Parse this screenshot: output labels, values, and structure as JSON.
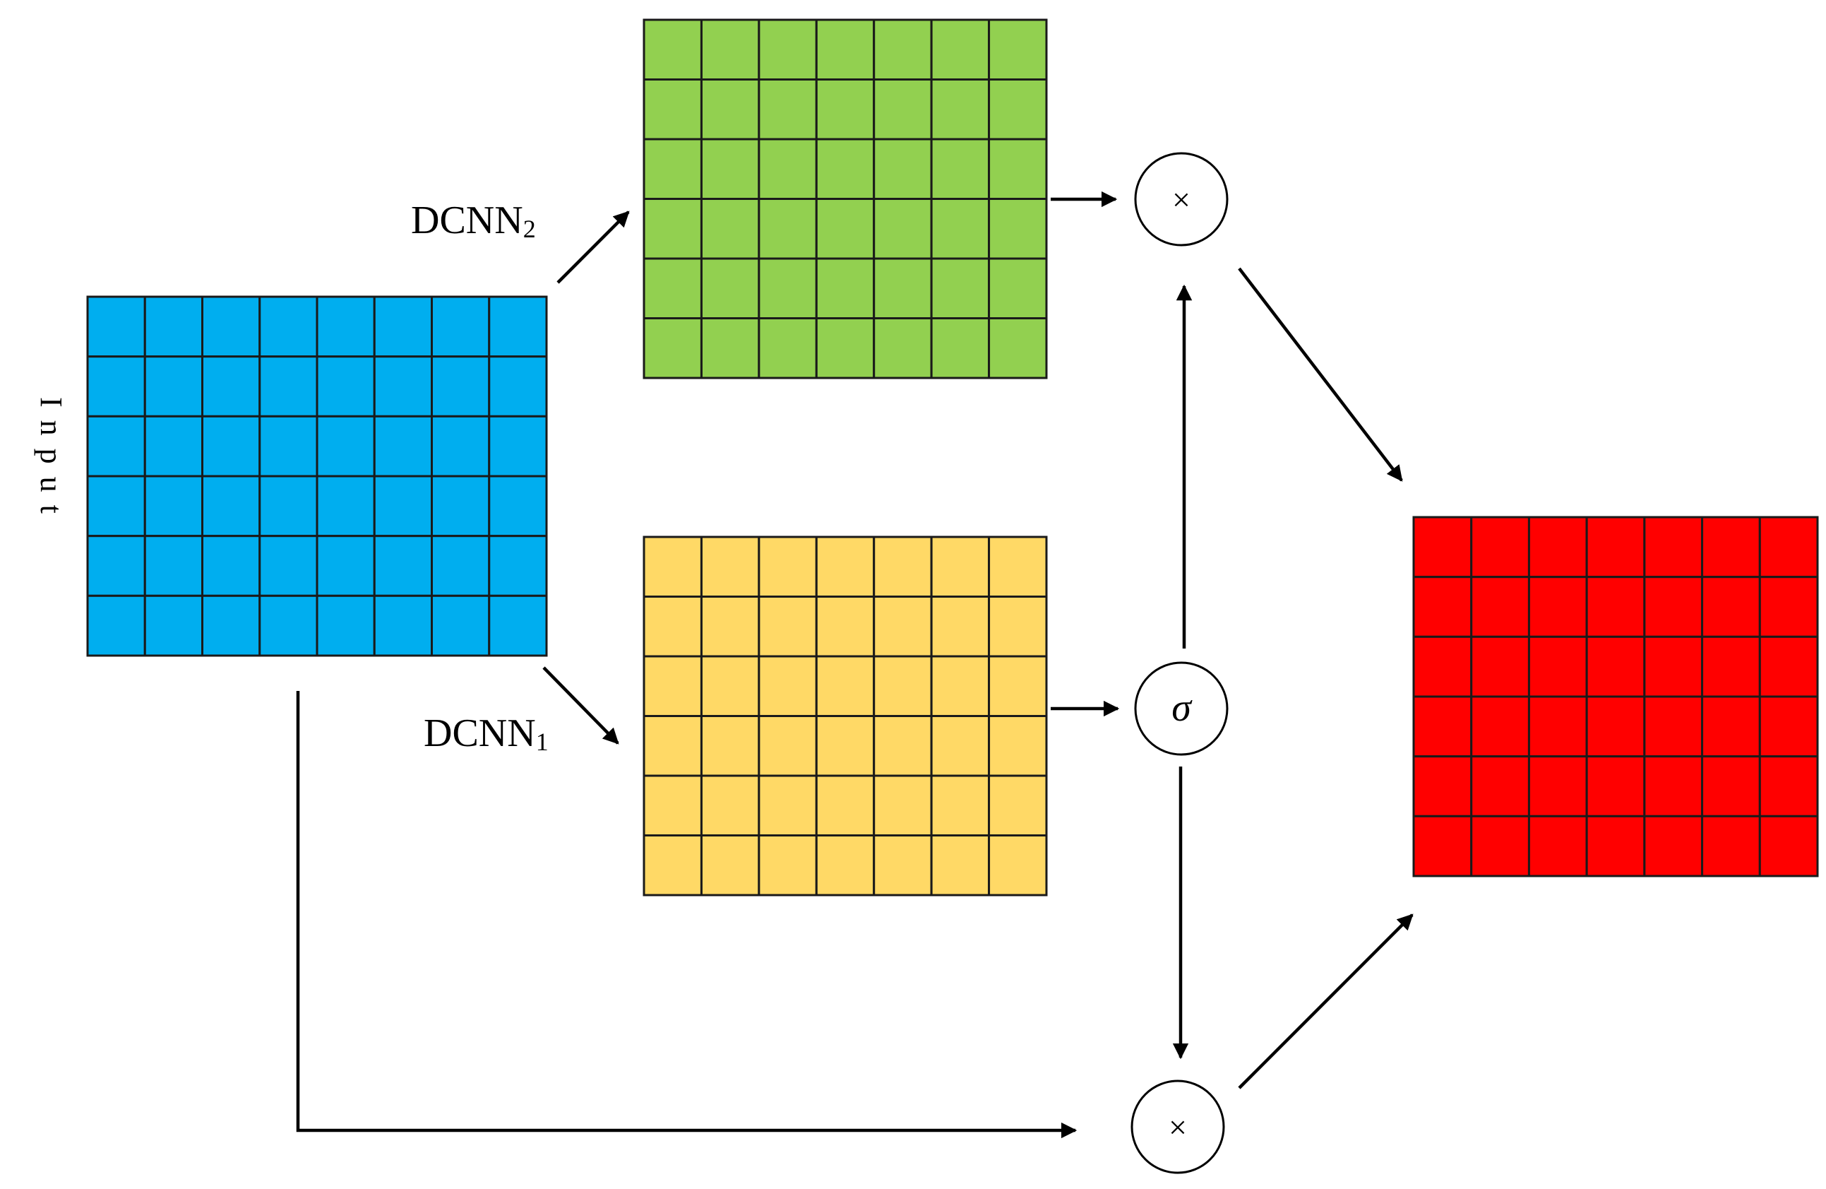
{
  "input_label": "Input",
  "branch_top": {
    "name": "DCNN",
    "sub": "2"
  },
  "branch_bottom": {
    "name": "DCNN",
    "sub": "1"
  },
  "ops": {
    "multiply_top": "×",
    "sigmoid": "σ",
    "multiply_bottom": "×"
  },
  "colors": {
    "input_map": "#00AEEF",
    "dcnn2_map": "#92D050",
    "dcnn1_map": "#FFD966",
    "output_map": "#FF0000"
  },
  "grids": {
    "input_map": {
      "rows": 6,
      "cols": 8
    },
    "dcnn2_map": {
      "rows": 6,
      "cols": 7
    },
    "dcnn1_map": {
      "rows": 6,
      "cols": 7
    },
    "output_map": {
      "rows": 6,
      "cols": 7
    }
  }
}
